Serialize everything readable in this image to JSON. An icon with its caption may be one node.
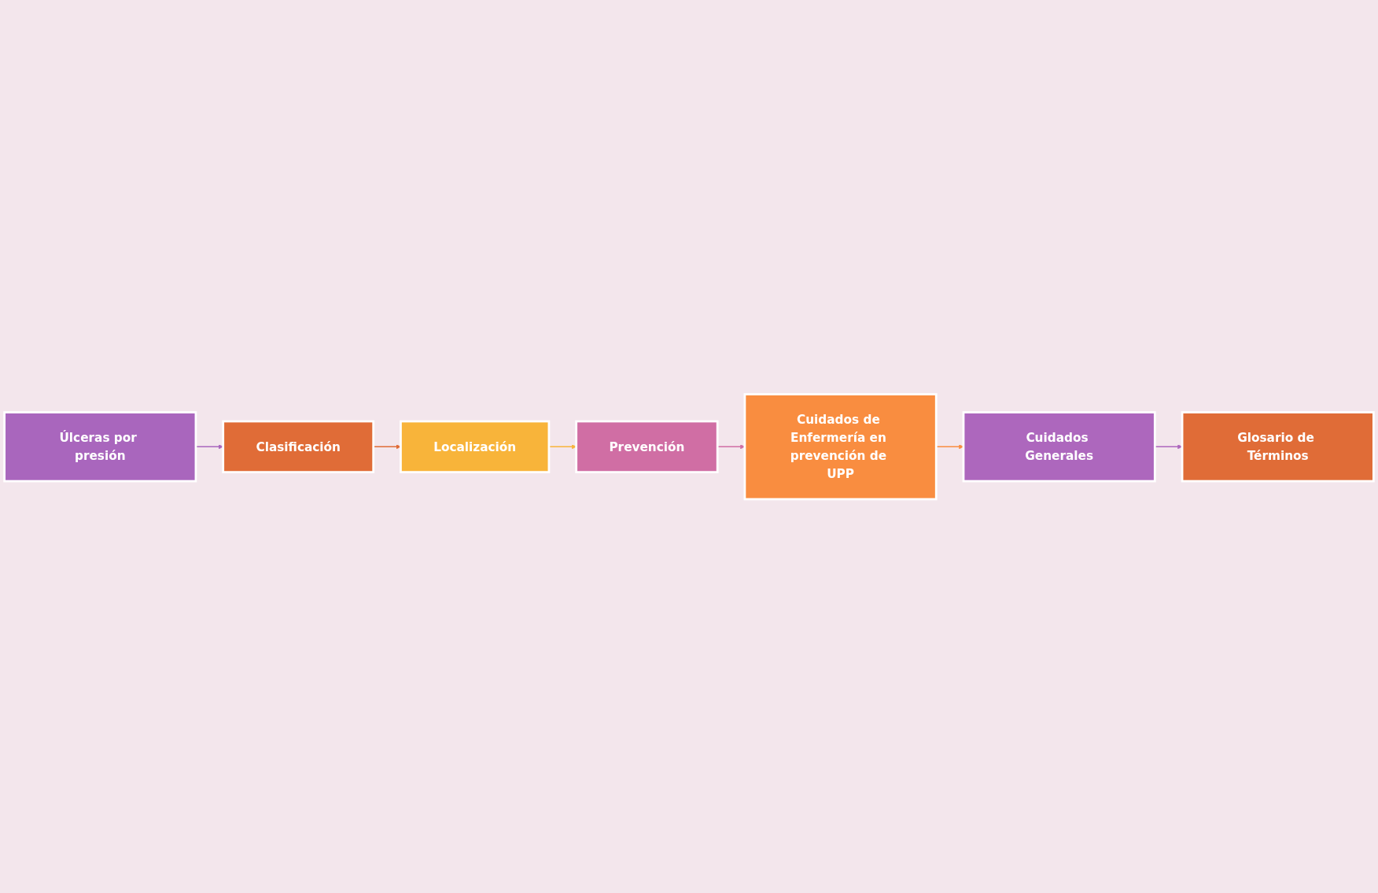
{
  "diagram": {
    "nodes": [
      {
        "text": [
          "Úlceras por presión"
        ]
      },
      {
        "text": [
          "Clasificación"
        ]
      },
      {
        "text": [
          "Localización"
        ]
      },
      {
        "text": [
          "Prevención"
        ]
      },
      {
        "text": [
          "Cuidados de Enfermería en prevención de UPP"
        ]
      },
      {
        "text": [
          "Cuidados Generales"
        ]
      },
      {
        "text": [
          "Glosario de Términos"
        ]
      }
    ],
    "edges": [
      {
        "from": 0,
        "to": 1,
        "arrow": "to",
        "color": "#a966bd"
      },
      {
        "from": 1,
        "to": 2,
        "arrow": "to",
        "color": "#e06c37"
      },
      {
        "from": 2,
        "to": 3,
        "arrow": "to",
        "color": "#f8b43a"
      },
      {
        "from": 3,
        "to": 4,
        "arrow": "to",
        "color": "#d06ea4"
      },
      {
        "from": 4,
        "to": 5,
        "arrow": "to",
        "color": "#f98d40"
      },
      {
        "from": 5,
        "to": 6,
        "arrow": "to",
        "color": "#ad67bd"
      }
    ]
  }
}
